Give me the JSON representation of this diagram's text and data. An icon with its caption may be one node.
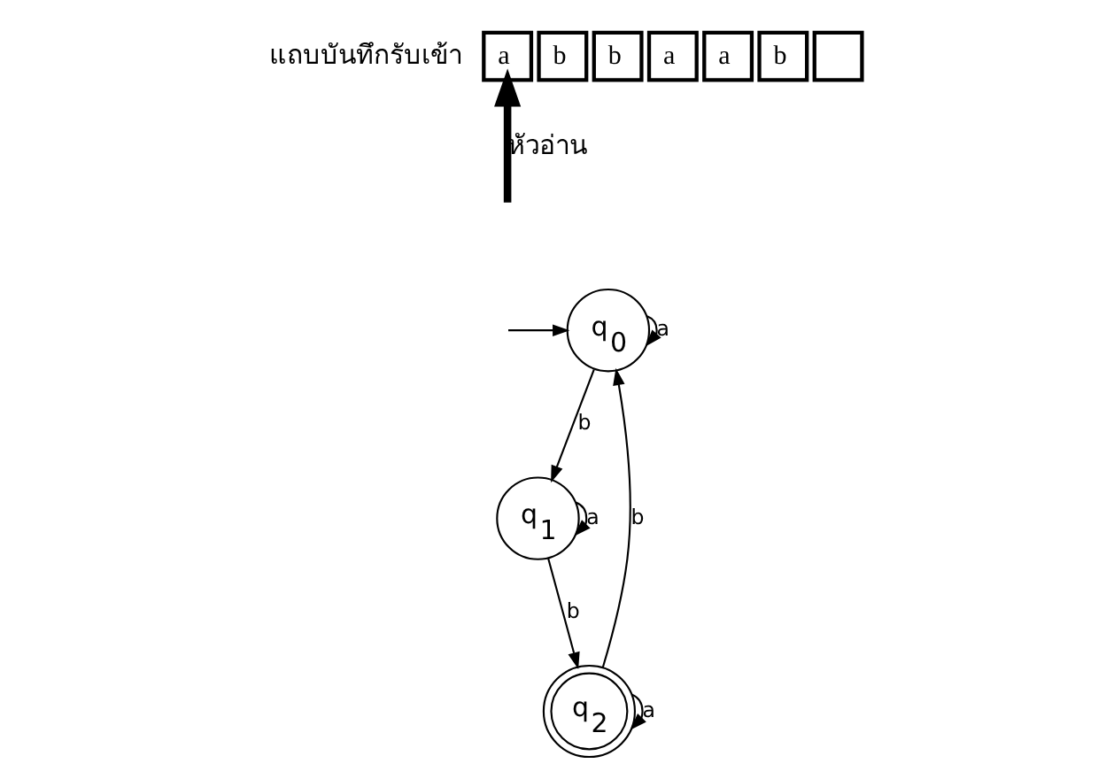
{
  "diagram": {
    "nodes": [
      {
        "text": [
          "a"
        ]
      },
      {
        "text": [
          "b"
        ]
      },
      {
        "text": [
          "b"
        ]
      },
      {
        "text": [
          "a"
        ]
      },
      {
        "text": [
          "a"
        ]
      },
      {
        "text": [
          "b"
        ]
      },
      {
        "text": [],
        "shape": "box"
      },
      {
        "text": [
          "q$_{0}$"
        ]
      },
      {
        "text": [
          "q$_{1}$"
        ]
      },
      {
        "text": [
          "q$_{2}$"
        ]
      }
    ],
    "edges": [
      {
        "from": null,
        "to": 0,
        "arrow": "to",
        "label": "หัวอ่าน",
        "style": "thick"
      },
      {
        "from": 7,
        "to": 7,
        "arrow": "to",
        "label": "a"
      },
      {
        "from": 7,
        "to": 8,
        "arrow": "to",
        "label": "b"
      },
      {
        "from": 8,
        "to": 8,
        "arrow": "to",
        "label": "a"
      },
      {
        "from": null,
        "to": 7,
        "arrow": "to"
      },
      {
        "from": 8,
        "to": 9,
        "arrow": "to",
        "label": "b"
      },
      {
        "from": 9,
        "to": 7,
        "arrow": "to",
        "label": "b"
      },
      {
        "from": 9,
        "to": 9,
        "arrow": "to",
        "label": "a"
      }
    ],
    "labels": [
      "แถบบันทึกรับเข้า"
    ]
  }
}
